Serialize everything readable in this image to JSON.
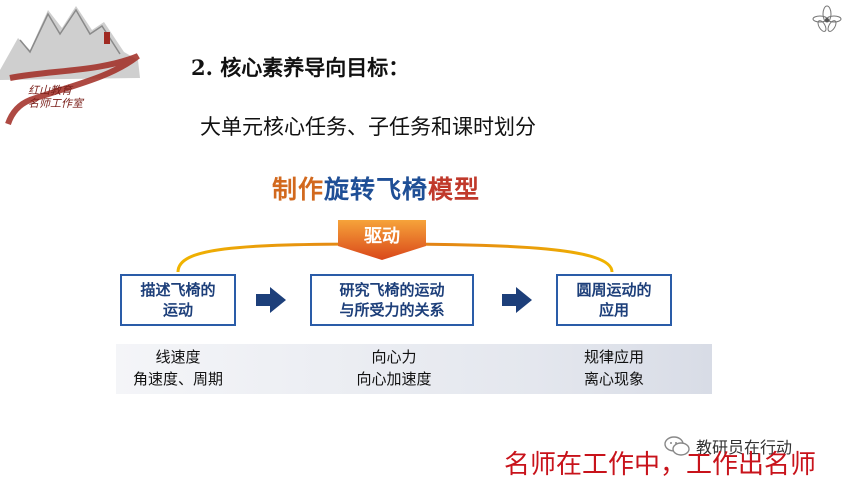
{
  "logo": {
    "line1": "红山教育",
    "line2": "名师工作室"
  },
  "heading": "2. 核心素养导向目标：",
  "subheading": "大单元核心任务、子任务和课时划分",
  "diagram": {
    "title_part1": "制作",
    "title_part2": "旋转飞椅",
    "title_part3": "模型",
    "drive_label": "驱动",
    "steps": [
      {
        "label_line1": "描述飞椅的",
        "label_line2": "运动"
      },
      {
        "label_line1": "研究飞椅的运动",
        "label_line2": "与所受力的关系"
      },
      {
        "label_line1": "圆周运动的",
        "label_line2": "应用"
      }
    ],
    "concepts": [
      {
        "line1": "线速度",
        "line2": "角速度、周期"
      },
      {
        "line1": "向心力",
        "line2": "向心加速度"
      },
      {
        "line1": "规律应用",
        "line2": "离心现象"
      }
    ]
  },
  "watermark": "教研员在行动",
  "slogan": "名师在工作中，工作出名师",
  "colors": {
    "accent_blue": "#2a5ca8",
    "slogan_red": "#c8131b",
    "drive_orange": "#e8731c"
  }
}
